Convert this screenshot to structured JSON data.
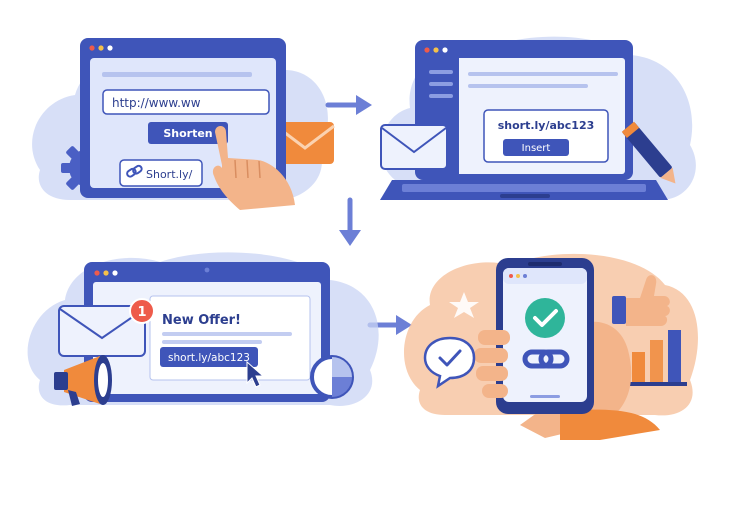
{
  "colors": {
    "primary_blue": "#3f55b9",
    "dark_blue": "#2c3e8f",
    "light_blue": "#dfe6fb",
    "blob_blue": "#c9d4f4",
    "orange": "#f08a3c",
    "skin": "#f3b48a",
    "green": "#2fb59a",
    "red_badge": "#ee5b4b"
  },
  "step1": {
    "url_text": "http://www.ww",
    "button_label": "Shorten",
    "short_link": "Short.ly/"
  },
  "step2": {
    "short_link": "short.ly/abc123",
    "button_label": "Insert"
  },
  "step3": {
    "badge_count": "1",
    "heading": "New Offer!",
    "short_link": "short.ly/abc123"
  },
  "icons": [
    "gear-icon",
    "envelope-icon",
    "pointing-hand-icon",
    "link-icon",
    "arrow-right-icon",
    "arrow-down-icon",
    "pencil-icon",
    "megaphone-icon",
    "pie-chart-icon",
    "cursor-icon",
    "star-icon",
    "check-icon",
    "chain-link-icon",
    "thumbs-up-icon",
    "bar-chart-icon"
  ]
}
